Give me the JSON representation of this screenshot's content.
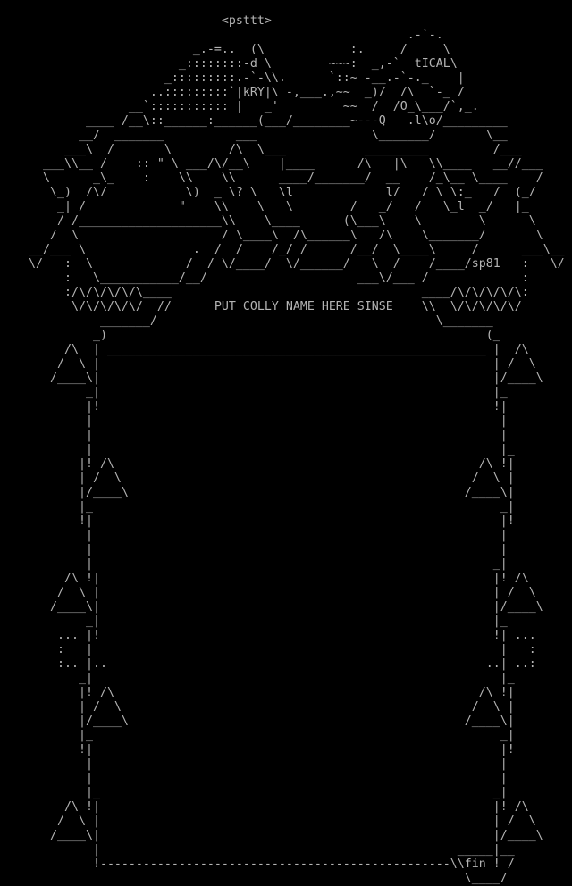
{
  "colors": {
    "background": "#000000",
    "text": "#b4b4b4"
  },
  "art": {
    "title": "<psttt>",
    "placeholder_label": "PUT COLLY NAME HERE SINSE",
    "signature": "sp81",
    "end_label": "fin",
    "lines": [
      "",
      "                               <psttt>",
      "                                                         .-`-.",
      "                           _.-=..  (\\            :.     /     \\",
      "                         _::::::::-d \\        ~~~:  _,-`  tICAL\\",
      "                       _:::::::::.-`-\\\\.      `::~ -__.-`-._    |",
      "                     ..:::::::::`|kRY|\\ -,___.,~~  _)/  /\\  `-_ /",
      "                  __`::::::::::: |   _'         ~~  /  /O_\\___/`,_.",
      "            ____ /__\\::______:______(___/________~---Q   .l\\o/_________",
      "           __/  _______          ___                \\_______/       \\__",
      "         ___\\  /       \\        /\\  \\___           _________         /___",
      "      ___\\\\__ /    :: \" \\ ___/\\/__\\    |____      /\\   |\\   \\\\____   __//___",
      "      \\      _\\_    :    \\\\    \\\\      ____/_______/  __    /_\\__ \\____    /",
      "       \\_)  /\\/           \\)  _ \\? \\   \\l             l/   / \\ \\:_   /  (_/",
      "        _| /             \"    \\\\    \\   \\        /   _/   /   \\_l  _/   |_",
      "        / /____________________\\\\    \\____      (\\___\\    \\        \\      \\",
      "       /  \\                    / \\____\\  /\\______\\   /\\    \\_______/       \\",
      "    __/___ \\               .  /  /    /_/ /      /__/  \\____\\     /      ___\\__",
      "    \\/   :  \\             /  / \\/____/  \\/______/   \\  /    /____/sp81   :   \\/",
      "         :   \\___________/__/                     ___\\/___ /             :",
      "         :/\\/\\/\\/\\/\\____                                   ____/\\/\\/\\/\\/\\:",
      "          \\/\\/\\/\\/\\/  //      PUT COLLY NAME HERE SINSE    \\\\  \\/\\/\\/\\/\\/",
      "              _______/                                       \\_______",
      "             _)                                                     (_",
      "         /\\  | _____________________________________________________ |  /\\",
      "        /  \\ |                                                       | /  \\",
      "       /____\\|                                                       |/____\\",
      "            _|                                                       |_",
      "            |!                                                       !|",
      "            |                                                         |",
      "            |                                                         |",
      "            |                                                         |_",
      "           |! /\\                                                   /\\ !|",
      "           | /  \\                                                 /  \\ |",
      "           |/____\\                                               /____\\|",
      "           |_                                                         _|",
      "           !|                                                         |!",
      "            |                                                         |",
      "            |                                                         |",
      "            |                                                        _|",
      "         /\\ !|                                                       |! /\\",
      "        /  \\ |                                                       | /  \\",
      "       /____\\|                                                       |/____\\",
      "            _|                                                       |_",
      "        ... |!                                                       !| ...",
      "        :   |                                                         |   :",
      "        :.. |..                                                     ..| ..:",
      "           _|                                                         |_",
      "           |! /\\                                                   /\\ !|",
      "           | /  \\                                                 /  \\ |",
      "           |/____\\                                               /____\\|",
      "           |_                                                         _|",
      "           !|                                                         |!",
      "            |                                                         |",
      "            |                                                         |",
      "            |_                                                       _|",
      "         /\\ !|                                                       |! /\\",
      "        /  \\ |                                                       | /  \\",
      "       /____\\|                                                       |/____\\",
      "             |                                                  _____|__",
      "             !-------------------------------------------------\\\\fin ! /",
      "                                                                 \\____/"
    ]
  }
}
